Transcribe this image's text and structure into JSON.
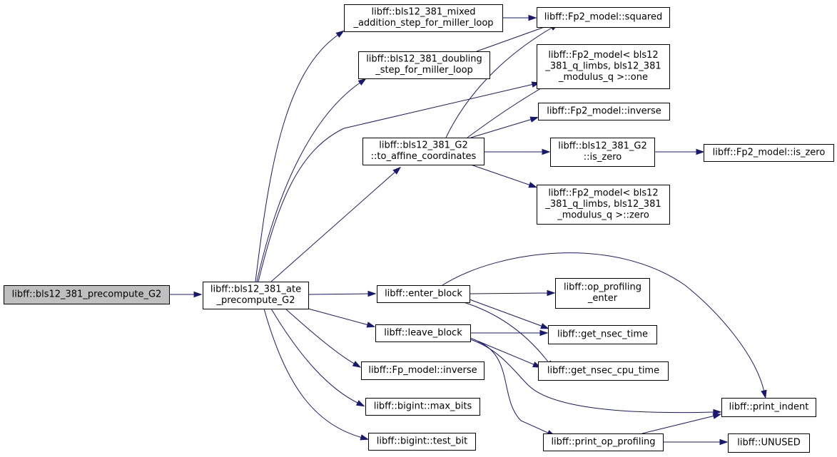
{
  "diagram": {
    "nodes": [
      {
        "id": "root",
        "lines": [
          "libff::bls12_381_precompute_G2"
        ],
        "root": true
      },
      {
        "id": "ate",
        "lines": [
          "libff::bls12_381_ate",
          "_precompute_G2"
        ]
      },
      {
        "id": "mixed",
        "lines": [
          "libff::bls12_381_mixed",
          "_addition_step_for_miller_loop"
        ]
      },
      {
        "id": "doubling",
        "lines": [
          "libff::bls12_381_doubling",
          "_step_for_miller_loop"
        ]
      },
      {
        "id": "affine",
        "lines": [
          "libff::bls12_381_G2",
          "::to_affine_coordinates"
        ]
      },
      {
        "id": "enter",
        "lines": [
          "libff::enter_block"
        ]
      },
      {
        "id": "leave",
        "lines": [
          "libff::leave_block"
        ]
      },
      {
        "id": "fpinv",
        "lines": [
          "libff::Fp_model::inverse"
        ]
      },
      {
        "id": "maxbits",
        "lines": [
          "libff::bigint::max_bits"
        ]
      },
      {
        "id": "testbit",
        "lines": [
          "libff::bigint::test_bit"
        ]
      },
      {
        "id": "squared",
        "lines": [
          "libff::Fp2_model::squared"
        ]
      },
      {
        "id": "one",
        "lines": [
          "libff::Fp2_model< bls12",
          "_381_q_limbs, bls12_381",
          "_modulus_q >::one"
        ]
      },
      {
        "id": "fp2inv",
        "lines": [
          "libff::Fp2_model::inverse"
        ]
      },
      {
        "id": "iszero",
        "lines": [
          "libff::bls12_381_G2",
          "::is_zero"
        ]
      },
      {
        "id": "zero",
        "lines": [
          "libff::Fp2_model< bls12",
          "_381_q_limbs, bls12_381",
          "_modulus_q >::zero"
        ]
      },
      {
        "id": "fp2iszero",
        "lines": [
          "libff::Fp2_model::is_zero"
        ]
      },
      {
        "id": "openter",
        "lines": [
          "libff::op_profiling",
          "_enter"
        ]
      },
      {
        "id": "nsec",
        "lines": [
          "libff::get_nsec_time"
        ]
      },
      {
        "id": "cpu",
        "lines": [
          "libff::get_nsec_cpu_time"
        ]
      },
      {
        "id": "printop",
        "lines": [
          "libff::print_op_profiling"
        ]
      },
      {
        "id": "indent",
        "lines": [
          "libff::print_indent"
        ]
      },
      {
        "id": "unused",
        "lines": [
          "libff::UNUSED"
        ]
      }
    ],
    "edges": [
      {
        "from": "root",
        "to": "ate"
      },
      {
        "from": "ate",
        "to": "mixed"
      },
      {
        "from": "ate",
        "to": "doubling"
      },
      {
        "from": "ate",
        "to": "affine"
      },
      {
        "from": "ate",
        "to": "one"
      },
      {
        "from": "ate",
        "to": "enter"
      },
      {
        "from": "ate",
        "to": "leave"
      },
      {
        "from": "ate",
        "to": "fpinv"
      },
      {
        "from": "ate",
        "to": "maxbits"
      },
      {
        "from": "ate",
        "to": "testbit"
      },
      {
        "from": "mixed",
        "to": "squared"
      },
      {
        "from": "doubling",
        "to": "squared"
      },
      {
        "from": "affine",
        "to": "squared"
      },
      {
        "from": "affine",
        "to": "one"
      },
      {
        "from": "affine",
        "to": "fp2inv"
      },
      {
        "from": "affine",
        "to": "iszero"
      },
      {
        "from": "affine",
        "to": "zero"
      },
      {
        "from": "iszero",
        "to": "fp2iszero"
      },
      {
        "from": "enter",
        "to": "openter"
      },
      {
        "from": "enter",
        "to": "nsec"
      },
      {
        "from": "enter",
        "to": "cpu"
      },
      {
        "from": "enter",
        "to": "indent"
      },
      {
        "from": "leave",
        "to": "nsec"
      },
      {
        "from": "leave",
        "to": "cpu"
      },
      {
        "from": "leave",
        "to": "printop"
      },
      {
        "from": "leave",
        "to": "indent"
      },
      {
        "from": "printop",
        "to": "indent"
      },
      {
        "from": "printop",
        "to": "unused"
      }
    ]
  }
}
